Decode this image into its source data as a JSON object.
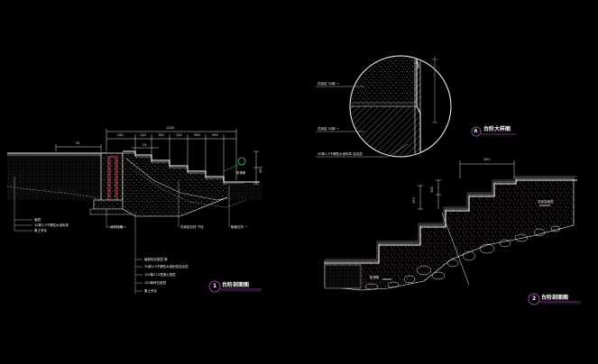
{
  "figure1": {
    "number": "1",
    "title": "台阶剖面图",
    "labels": [
      "面层",
      "30厚1:3干硬性水泥砂浆",
      "素土夯实",
      "级配砂石垫层 厚",
      "30厚1:3干硬性水泥砂浆结合层",
      "100厚C15混凝土垫层",
      "150厚碎石垫层",
      "素土夯实",
      "花岗岩石材 干挂",
      "粗面石材 一",
      "台阶挡墙",
      "防滑条"
    ],
    "dims": [
      "25",
      "25",
      "150",
      "120",
      "150",
      "120",
      "300",
      "1200",
      "300",
      "450"
    ]
  },
  "figure2": {
    "number": "2",
    "title": "台阶剖面图",
    "labels": [
      "花岗岩面层",
      "防滑条"
    ],
    "dims": [
      "350",
      "150",
      "300"
    ]
  },
  "detailA": {
    "letter": "A",
    "title": "台阶大样图",
    "labels": [
      "花岗岩 30厚 一",
      "花岗岩 30厚 一",
      "30厚1:3干硬性水泥砂浆 结合层"
    ]
  },
  "colors": {
    "background": "#000000",
    "line": "#ffffff",
    "leader": "#c8c8c8",
    "dim": "#e0e0e0",
    "hatch_white": "#d8d8d8",
    "gravel_red": "#e0304a",
    "number_ring": "#9a3fb0"
  }
}
